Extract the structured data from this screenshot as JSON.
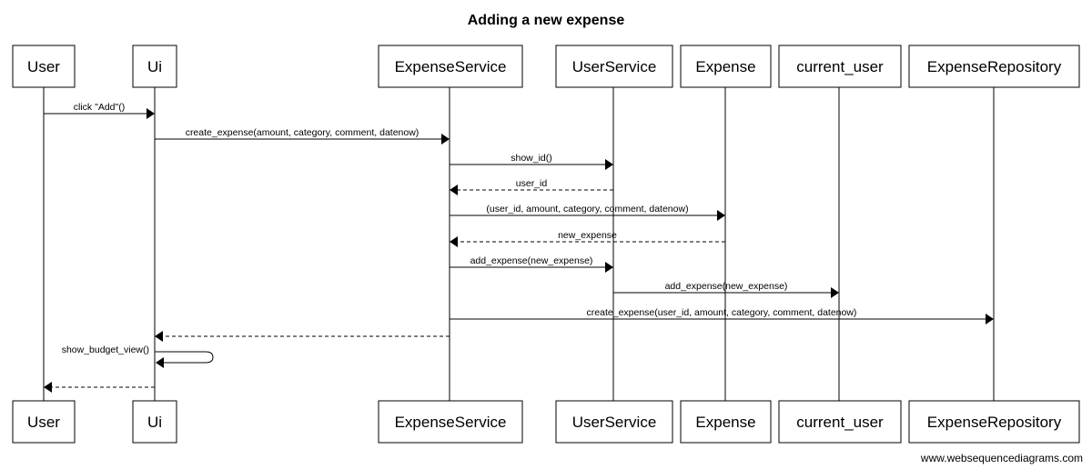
{
  "title": "Adding a new expense",
  "watermark": "www.websequencediagrams.com",
  "participants": [
    {
      "id": "user",
      "label": "User"
    },
    {
      "id": "ui",
      "label": "Ui"
    },
    {
      "id": "expense_service",
      "label": "ExpenseService"
    },
    {
      "id": "user_service",
      "label": "UserService"
    },
    {
      "id": "expense",
      "label": "Expense"
    },
    {
      "id": "current_user",
      "label": "current_user"
    },
    {
      "id": "expense_repository",
      "label": "ExpenseRepository"
    }
  ],
  "messages": [
    {
      "from": "user",
      "to": "ui",
      "label": "click \"Add\"()",
      "style": "solid"
    },
    {
      "from": "ui",
      "to": "expense_service",
      "label": "create_expense(amount, category, comment, datenow)",
      "style": "solid"
    },
    {
      "from": "expense_service",
      "to": "user_service",
      "label": "show_id()",
      "style": "solid"
    },
    {
      "from": "user_service",
      "to": "expense_service",
      "label": "user_id",
      "style": "dashed"
    },
    {
      "from": "expense_service",
      "to": "expense",
      "label": "(user_id, amount, category, comment, datenow)",
      "style": "solid"
    },
    {
      "from": "expense",
      "to": "expense_service",
      "label": "new_expense",
      "style": "dashed"
    },
    {
      "from": "expense_service",
      "to": "user_service",
      "label": "add_expense(new_expense)",
      "style": "solid"
    },
    {
      "from": "user_service",
      "to": "current_user",
      "label": "add_expense(new_expense)",
      "style": "solid"
    },
    {
      "from": "expense_service",
      "to": "expense_repository",
      "label": "create_expense(user_id, amount, category, comment, datenow)",
      "style": "solid"
    },
    {
      "from": "expense_service",
      "to": "ui",
      "label": "",
      "style": "dashed"
    },
    {
      "from": "ui",
      "to": "ui",
      "label": "show_budget_view()",
      "style": "solid"
    },
    {
      "from": "ui",
      "to": "user",
      "label": "",
      "style": "dashed"
    }
  ]
}
